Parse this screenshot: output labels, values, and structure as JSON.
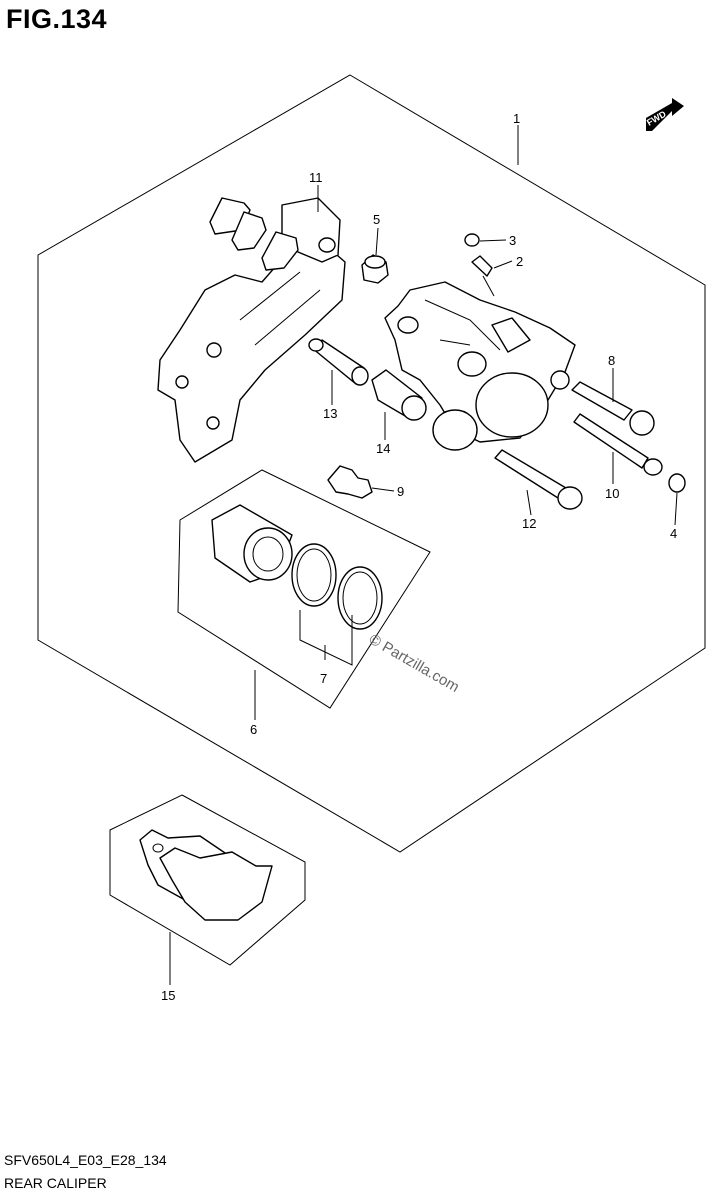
{
  "header": {
    "figure_title": "FIG.134"
  },
  "direction_marker": {
    "text": "FWD"
  },
  "watermark": {
    "text": "© Partzilla.com"
  },
  "callouts": {
    "c1": "1",
    "c2": "2",
    "c3": "3",
    "c4": "4",
    "c5": "5",
    "c6": "6",
    "c7": "7",
    "c8": "8",
    "c9": "9",
    "c10": "10",
    "c11": "11",
    "c12": "12",
    "c13": "13",
    "c14": "14",
    "c15": "15"
  },
  "footer": {
    "diagram_code": "SFV650L4_E03_E28_134",
    "diagram_name": "REAR CALIPER"
  }
}
